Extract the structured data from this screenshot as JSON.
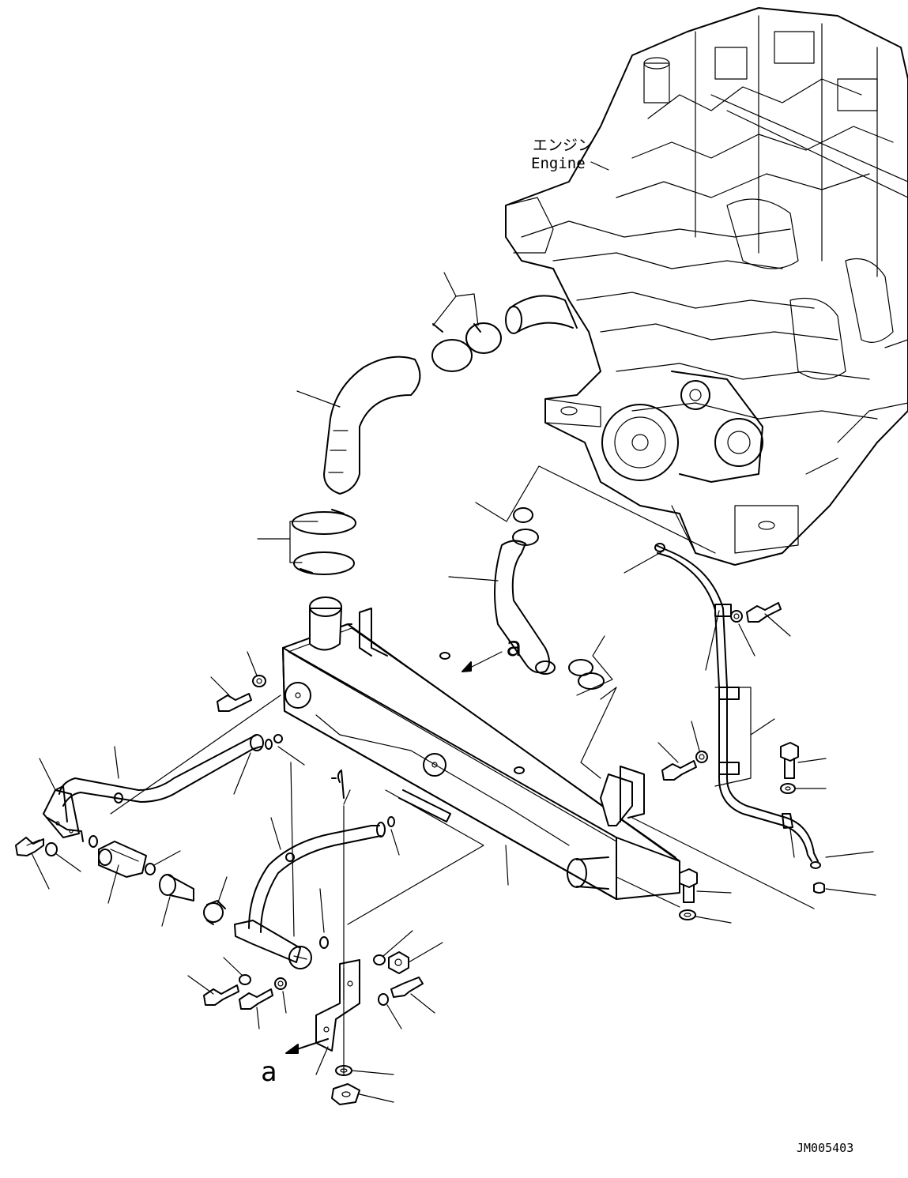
{
  "labels": {
    "engine_jp": "エンジン",
    "engine_en": "Engine",
    "view_a_top": "a",
    "view_a_bottom": "a",
    "drawing_number": "JM005403"
  },
  "colors": {
    "line": "#000000",
    "background": "#ffffff"
  }
}
